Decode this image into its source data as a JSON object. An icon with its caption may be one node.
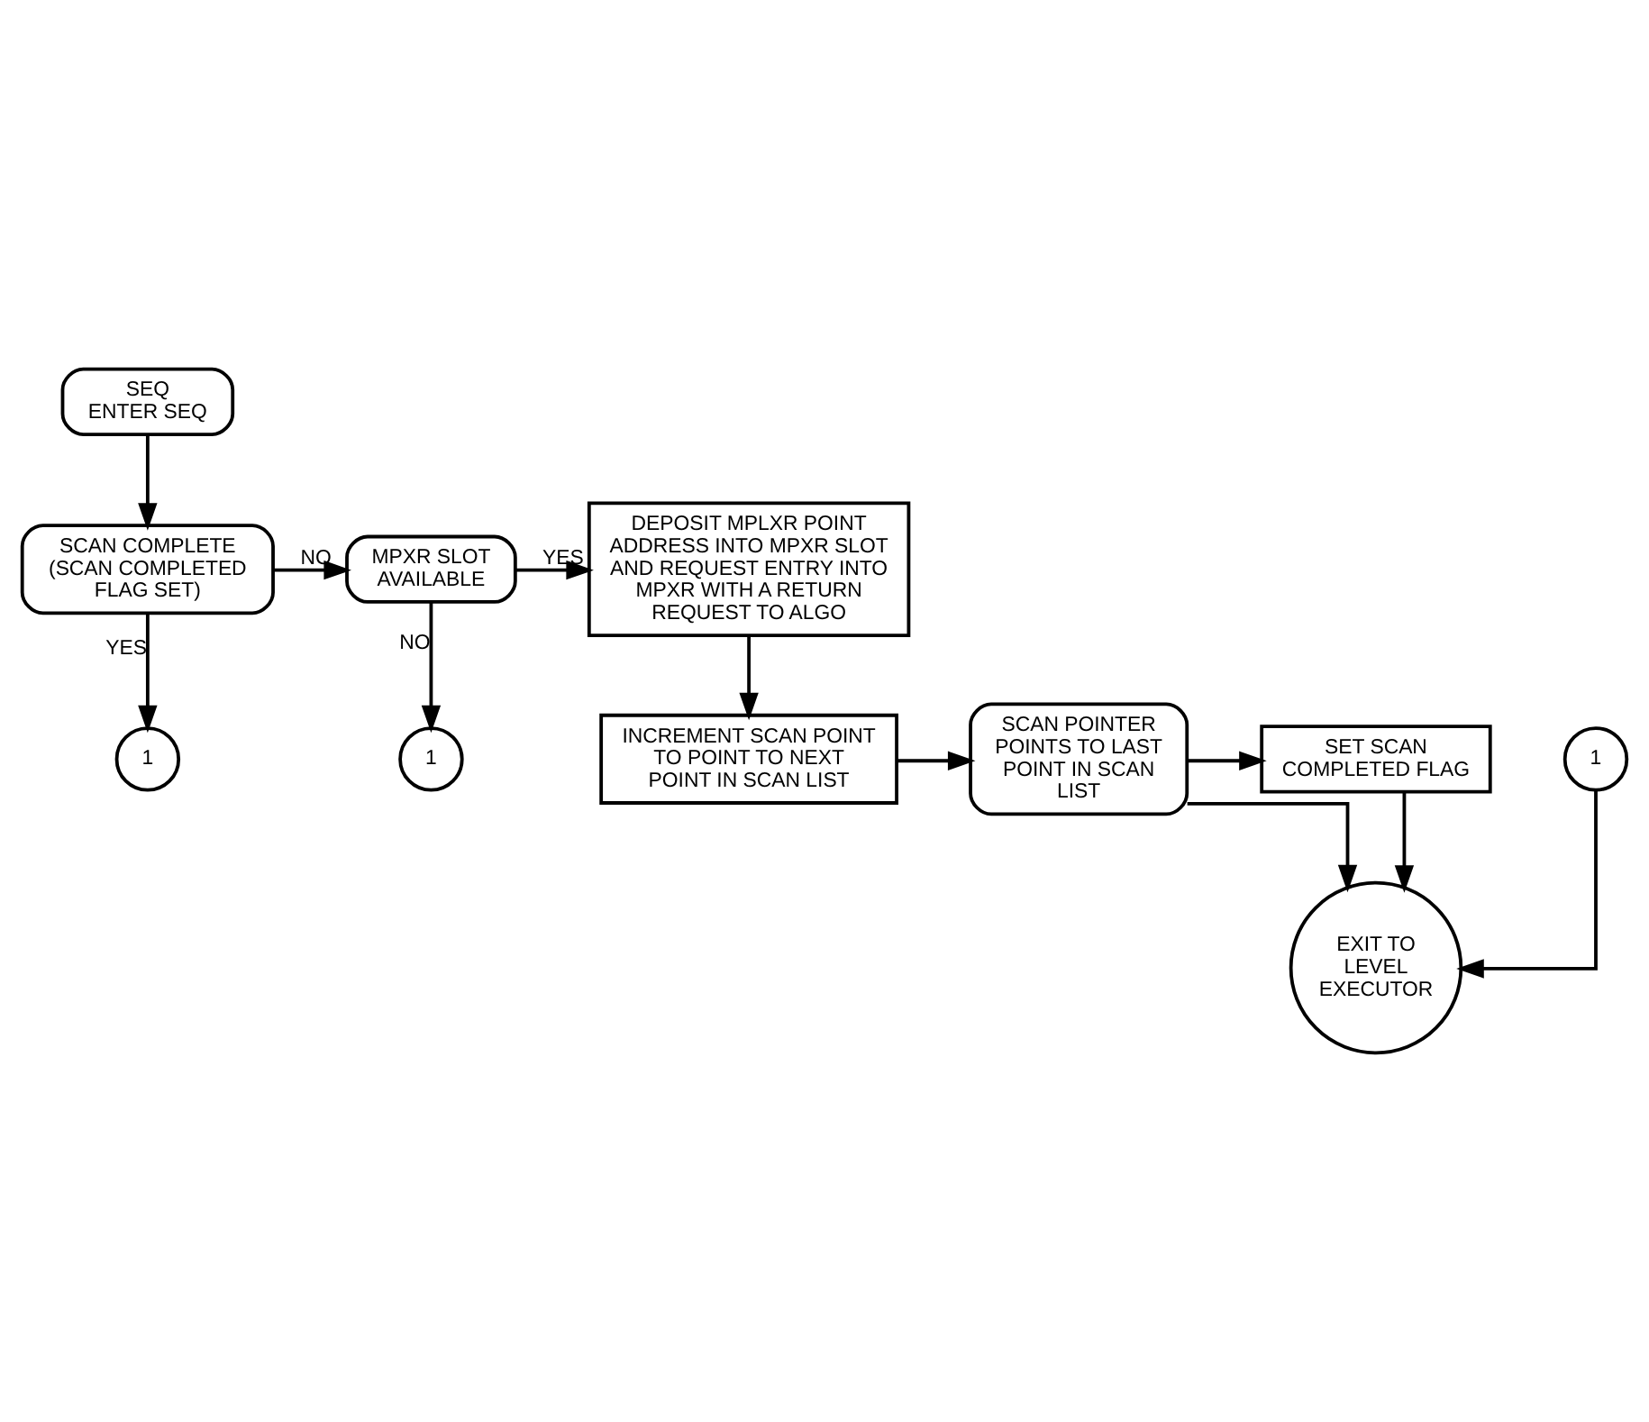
{
  "diagram": {
    "nodes": [
      {
        "text": [
          "SEQ",
          "ENTER SEQ"
        ]
      },
      {
        "text": [
          "SCAN COMPLETE (SCAN COMPLETED FLAG SET)"
        ]
      },
      {
        "text": [
          "1"
        ]
      },
      {
        "text": [
          "MPXR SLOT AVAILABLE"
        ]
      },
      {
        "text": [
          "1"
        ]
      },
      {
        "text": [
          "DEPOSIT MPLXR POINT ADDRESS INTO MPXR SLOT AND REQUEST ENTRY INTO MPXR WITH A RETURN REQUEST TO ALGO"
        ]
      },
      {
        "text": [
          "INCREMENT SCAN POINT TO POINT TO NEXT POINT IN SCAN LIST"
        ]
      },
      {
        "text": [
          "SCAN POINTER POINTS TO LAST POINT IN SCAN LIST"
        ]
      },
      {
        "text": [
          "SET SCAN COMPLETED FLAG"
        ]
      },
      {
        "text": [
          "1"
        ]
      },
      {
        "text": [
          "EXIT TO LEVEL EXECUTOR"
        ]
      }
    ],
    "edges": [
      {
        "from": 0,
        "to": 1,
        "arrow": "to"
      },
      {
        "from": 1,
        "to": 3,
        "label": "NO",
        "arrow": "to"
      },
      {
        "from": 1,
        "to": 2,
        "label": "YES",
        "arrow": "to"
      },
      {
        "from": 3,
        "to": 5,
        "label": "YES",
        "arrow": "to"
      },
      {
        "from": 3,
        "to": 4,
        "label": "NO",
        "arrow": "to"
      },
      {
        "from": 5,
        "to": 6,
        "arrow": "to"
      },
      {
        "from": 6,
        "to": 7,
        "arrow": "to"
      },
      {
        "from": 7,
        "to": 8,
        "arrow": "to"
      },
      {
        "from": 7,
        "to": 10,
        "arrow": "to"
      },
      {
        "from": 8,
        "to": 10,
        "arrow": "to"
      },
      {
        "from": 9,
        "to": 10,
        "arrow": "to"
      }
    ]
  }
}
